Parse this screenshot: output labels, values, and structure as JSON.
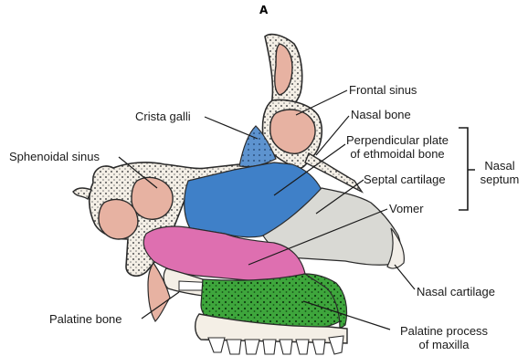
{
  "figure": {
    "panel_letter": "A",
    "labels": {
      "frontal_sinus": "Frontal sinus",
      "crista_galli": "Crista galli",
      "nasal_bone": "Nasal bone",
      "sphenoidal_sinus": "Sphenoidal sinus",
      "perpendicular_plate_line1": "Perpendicular plate",
      "perpendicular_plate_line2": "of ethmoidal bone",
      "septal_cartilage": "Septal cartilage",
      "vomer": "Vomer",
      "nasal_septum_line1": "Nasal",
      "nasal_septum_line2": "septum",
      "nasal_cartilage": "Nasal cartilage",
      "palatine_bone": "Palatine bone",
      "palatine_process_line1": "Palatine process",
      "palatine_process_line2": "of maxilla"
    },
    "colors": {
      "perpendicular_plate": "#3f80c8",
      "crista_galli": "#5d93cf",
      "septal_cartilage": "#d9d9d4",
      "vomer": "#de6fb0",
      "palatine_process": "#3ea63c",
      "sinus": "#e7b2a2",
      "bone_outline": "#2b2b2b"
    }
  }
}
